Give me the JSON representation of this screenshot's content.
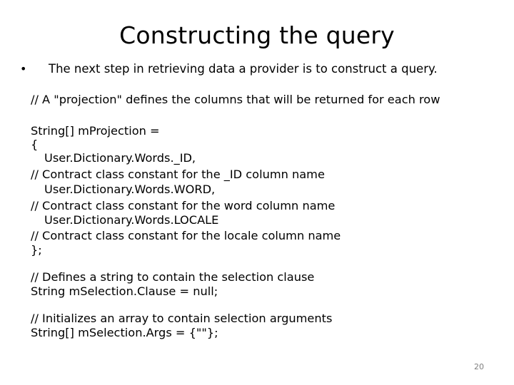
{
  "slide": {
    "title": "Constructing the query",
    "bullet_marker": "•",
    "bullet_text": "The next step in retrieving data a provider is to construct a query.",
    "lines": {
      "projection_comment": "// A \"projection\" defines the columns that will be returned for each row",
      "projection_decl": "String[] mProjection =",
      "open_brace": "{",
      "id_field": "User.Dictionary.Words._ID,",
      "id_comment": "// Contract class constant for the _ID column name",
      "word_field": "User.Dictionary.Words.WORD,",
      "word_comment": "// Contract class constant for the word column name",
      "locale_field": "User.Dictionary.Words.LOCALE",
      "locale_comment": "// Contract class constant for the locale column name",
      "close_brace": "};",
      "selection_comment": "// Defines a string to contain the selection clause",
      "selection_decl": "String mSelection.Clause = null;",
      "args_comment": "// Initializes an array to contain selection arguments",
      "args_decl": "String[] mSelection.Args = {\"\"};"
    },
    "page_number": "20"
  }
}
